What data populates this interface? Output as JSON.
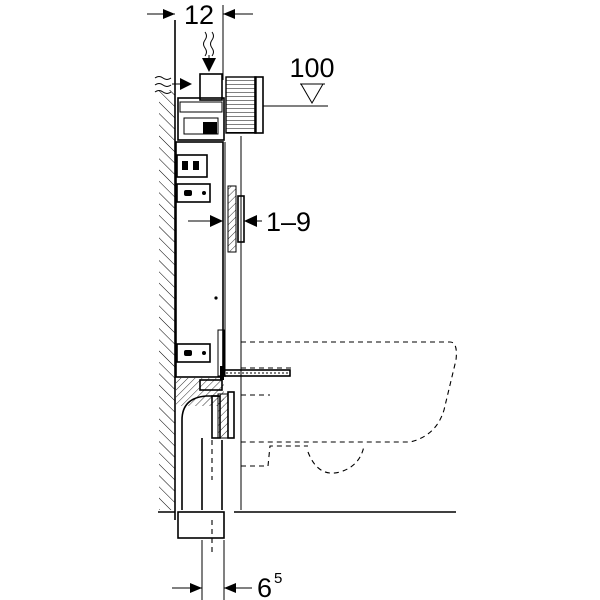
{
  "labels": {
    "top_width": "12",
    "level": "100",
    "adjust_range": "1–9",
    "bottom_offset_main": "6",
    "bottom_offset_sup": "5"
  }
}
